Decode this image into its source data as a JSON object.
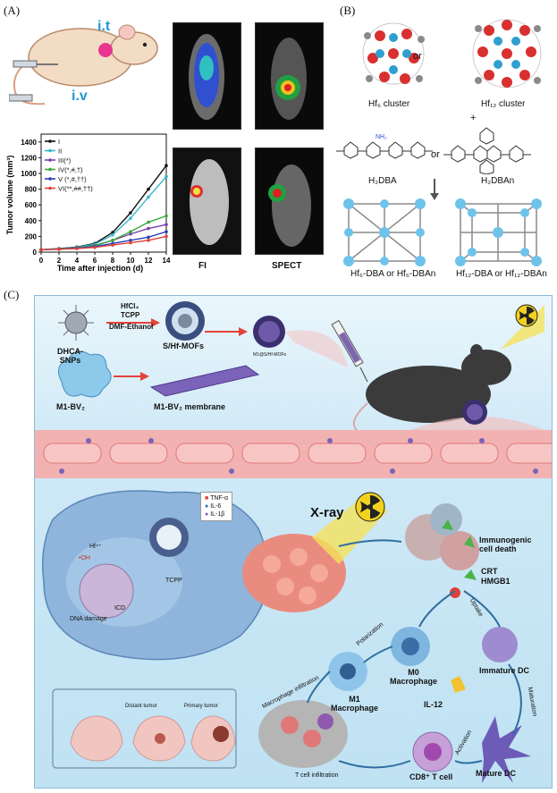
{
  "panel_a": {
    "label": "(A)",
    "injection_it": "i.t",
    "injection_iv": "i.v",
    "imaging_labels": [
      "FI",
      "SPECT"
    ],
    "chart_data": {
      "type": "line",
      "x": [
        0,
        2,
        4,
        6,
        8,
        10,
        12,
        14
      ],
      "xlabel": "Time after injection (d)",
      "ylabel": "Tumor volume (mm³)",
      "xlim": [
        0,
        14
      ],
      "ylim": [
        0,
        1500
      ],
      "xticks": [
        "0",
        "2",
        "4",
        "6",
        "8",
        "10",
        "12",
        "14"
      ],
      "yticks": [
        "0",
        "200",
        "400",
        "600",
        "800",
        "1000",
        "1200",
        "1400"
      ],
      "legend_placement": "top-left",
      "series": [
        {
          "name": "I",
          "color": "#111111",
          "values": [
            30,
            45,
            65,
            110,
            250,
            500,
            800,
            1100
          ]
        },
        {
          "name": "II",
          "color": "#36b8c8",
          "values": [
            30,
            42,
            60,
            100,
            220,
            430,
            700,
            960
          ]
        },
        {
          "name": "III(*)",
          "color": "#7a3fb0",
          "values": [
            30,
            40,
            55,
            85,
            150,
            230,
            300,
            350
          ]
        },
        {
          "name": "IV(*,#,†)",
          "color": "#3aa83a",
          "values": [
            30,
            40,
            55,
            80,
            150,
            260,
            380,
            460
          ]
        },
        {
          "name": "V (*,#,††)",
          "color": "#2b3fb8",
          "values": [
            30,
            38,
            50,
            70,
            110,
            150,
            190,
            260
          ]
        },
        {
          "name": "VI(**,##,††)",
          "color": "#e0403a",
          "values": [
            30,
            36,
            45,
            60,
            90,
            120,
            150,
            200
          ]
        }
      ]
    }
  },
  "panel_b": {
    "label": "(B)",
    "cluster_left": "Hf₆ cluster",
    "cluster_right": "Hf₁₂ cluster",
    "or_top": "or",
    "plus": "+",
    "or_mid": "or",
    "linker_left": "H₂DBA",
    "linker_right": "H₂DBAn",
    "mof_left": "Hf₆-DBA or Hf₆-DBAn",
    "mof_right": "Hf₁₂-DBA or Hf₁₂-DBAn"
  },
  "panel_c": {
    "label": "(C)",
    "dhca": "DHCA-\nSNPs",
    "reagents": "HfCl₄\nTCPP",
    "solvent": "DMF-Ethanol",
    "shf_mofs": "S/Hf-MOFs",
    "m1_bv2": "M1-BV₂",
    "m1_membrane": "M1-BV₂ membrane",
    "m1_shf": "M1@S/Hf-MOFs",
    "xray": "X-ray",
    "cytokines": [
      "TNF-α",
      "IL-6",
      "IL-1β"
    ],
    "cell_labels": {
      "hf": "Hf⁴⁺",
      "oh": "•OH",
      "tcpp": "TCPP",
      "icd": "ICD",
      "dna": "DNA damage"
    },
    "icd_label": "Immunogenic\ncell death",
    "crt": "CRT",
    "hmgb1": "HMGB1",
    "uptake": "Uptake",
    "m0": "M0\nMacrophage",
    "polarization": "Polarization",
    "m1": "M1\nMacrophage",
    "immature_dc": "Immature DC",
    "maturation": "Maturation",
    "il12": "IL-12",
    "mature_dc": "Mature DC",
    "activation": "Activation",
    "cd8": "CD8⁺ T cell",
    "t_infiltration": "T cell infiltration",
    "mac_infiltration": "Macrophage infiltration",
    "distant_tumor": "Distant tumor",
    "primary_tumor": "Primary tumor"
  }
}
